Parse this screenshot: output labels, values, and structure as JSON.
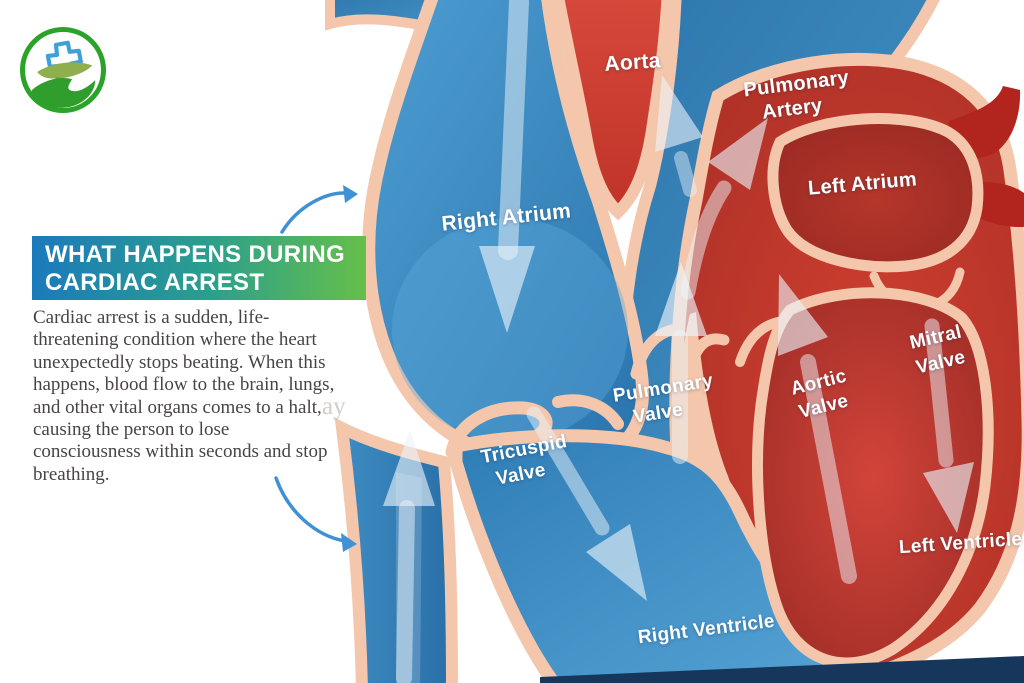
{
  "logo": {
    "name": "healthcare-hand-logo"
  },
  "header": {
    "title_line1": "WHAT HAPPENS DURING",
    "title_line2": "CARDIAC ARREST"
  },
  "description": "Cardiac arrest is a sudden, life-\nthreatening condition where the heart\nunexpectedly stops beating. When this\nhappens, blood flow to the brain, lungs,\nand other vital organs comes to a halt,\ncausing the person to lose\nconsciousness within seconds and stop\nbreathing.",
  "watermark": "ay",
  "diagram": {
    "labels": {
      "aorta": "Aorta",
      "pulmonary_artery": {
        "line1": "Pulmonary",
        "line2": "Artery"
      },
      "left_atrium": "Left Atrium",
      "right_atrium": "Right Atrium",
      "pulmonary_valve": {
        "line1": "Pulmonary",
        "line2": "Valve"
      },
      "tricuspid_valve": {
        "line1": "Tricuspid",
        "line2": "Valve"
      },
      "aortic_valve": {
        "line1": "Aortic",
        "line2": "Valve"
      },
      "mitral_valve": {
        "line1": "Mitral",
        "line2": "Valve"
      },
      "left_ventricle": "Left Ventricle",
      "right_ventricle": "Right Ventricle"
    },
    "colors": {
      "vein_blue": "#2e7cb8",
      "artery_red": "#c9392f",
      "chamber_dark_red": "#9c2b24",
      "tissue_peach": "#f4c6ab",
      "flow_arrow": "#ecf4fa",
      "annotation_blue": "#3f90d4",
      "navy_base": "#16365c",
      "title_gradient_start": "#1b7abc",
      "title_gradient_end": "#66bf4a",
      "logo_green": "#2ba32a"
    }
  }
}
